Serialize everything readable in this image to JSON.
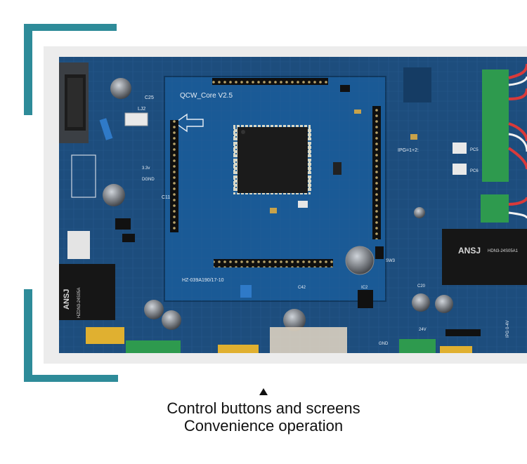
{
  "board": {
    "silkscreen": {
      "title": "QCW_Core V2.5",
      "pcb_code": "HZ-039A190/17-10",
      "ipg": "IPG=1+2:",
      "ipg_range": "IPG 0-4V",
      "gnd": "GND",
      "dgnd": "DGND",
      "v33": "3.3v",
      "v24": "24V",
      "c25": "C25",
      "c11": "C11",
      "c20": "C20",
      "c42": "C42",
      "lj2": "LJ2",
      "ic2": "IC2",
      "sw3": "SW3",
      "pc5": "PC5",
      "pc6": "PC6"
    },
    "modules": {
      "left_brand": "ANSJ",
      "left_model": "HZDN3-24S05A",
      "right_brand": "ANSJ",
      "right_model": "HDN3-24S05A1"
    }
  },
  "caption": {
    "line1": "Control buttons and screens",
    "line2": "Convenience operation"
  },
  "colors": {
    "accent": "#2e8b99",
    "pcb": "#1d4d7d"
  }
}
